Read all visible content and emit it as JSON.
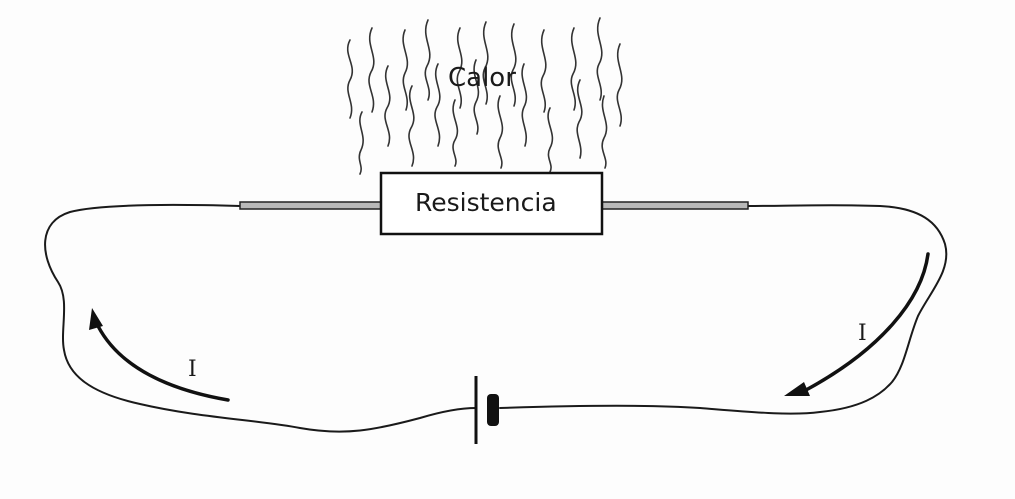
{
  "diagram": {
    "heat_label": "Calor",
    "resistor_label": "Resistencia",
    "current_label_left": "I",
    "current_label_right": "I"
  },
  "colors": {
    "ink": "#1a1a1a",
    "lead_fill": "#b9b9b9",
    "background": "#ffffff"
  },
  "icons": {
    "heat": "wavy-heat-lines",
    "battery": "battery-symbol",
    "current_arrow": "curved-arrow"
  }
}
